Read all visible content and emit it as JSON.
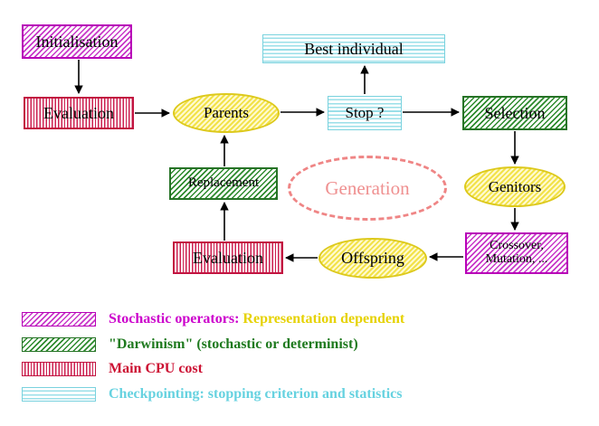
{
  "nodes": {
    "initialisation": "Initialisation",
    "evaluation_top": "Evaluation",
    "parents": "Parents",
    "best_individual": "Best individual",
    "stop": "Stop ?",
    "selection": "Selection",
    "replacement": "Replacement",
    "generation": "Generation",
    "genitors": "Genitors",
    "evaluation_bottom": "Evaluation",
    "offspring": "Offspring",
    "crossover_line1": "Crossover,",
    "crossover_line2": "Mutation, ..."
  },
  "edges": [
    {
      "from": "Initialisation",
      "to": "Evaluation"
    },
    {
      "from": "Evaluation",
      "to": "Parents"
    },
    {
      "from": "Parents",
      "to": "Stop ?"
    },
    {
      "from": "Stop ?",
      "to": "Best individual"
    },
    {
      "from": "Stop ?",
      "to": "Selection"
    },
    {
      "from": "Selection",
      "to": "Genitors"
    },
    {
      "from": "Genitors",
      "to": "Crossover, Mutation, ..."
    },
    {
      "from": "Crossover, Mutation, ...",
      "to": "Offspring"
    },
    {
      "from": "Offspring",
      "to": "Evaluation"
    },
    {
      "from": "Evaluation",
      "to": "Replacement"
    },
    {
      "from": "Replacement",
      "to": "Parents"
    }
  ],
  "legend": [
    {
      "swatch": "magenta-hatch",
      "text": "Stochastic operators:",
      "text2": "Representation dependent"
    },
    {
      "swatch": "green-hatch",
      "text": "\"Darwinism\" (stochastic or determinist)"
    },
    {
      "swatch": "red-stripes",
      "text": "Main CPU cost"
    },
    {
      "swatch": "cyan-stripes",
      "text": "Checkpointing: stopping criterion and statistics"
    }
  ],
  "colors": {
    "magenta": "#cc00cc",
    "green": "#2e8b2e",
    "red": "#cc1133",
    "cyan": "#79d2de",
    "yellow_text": "#e6d200",
    "yellow_fill": "#f2e24a",
    "generation_pink": "#ef9090",
    "arrow": "#000000"
  }
}
